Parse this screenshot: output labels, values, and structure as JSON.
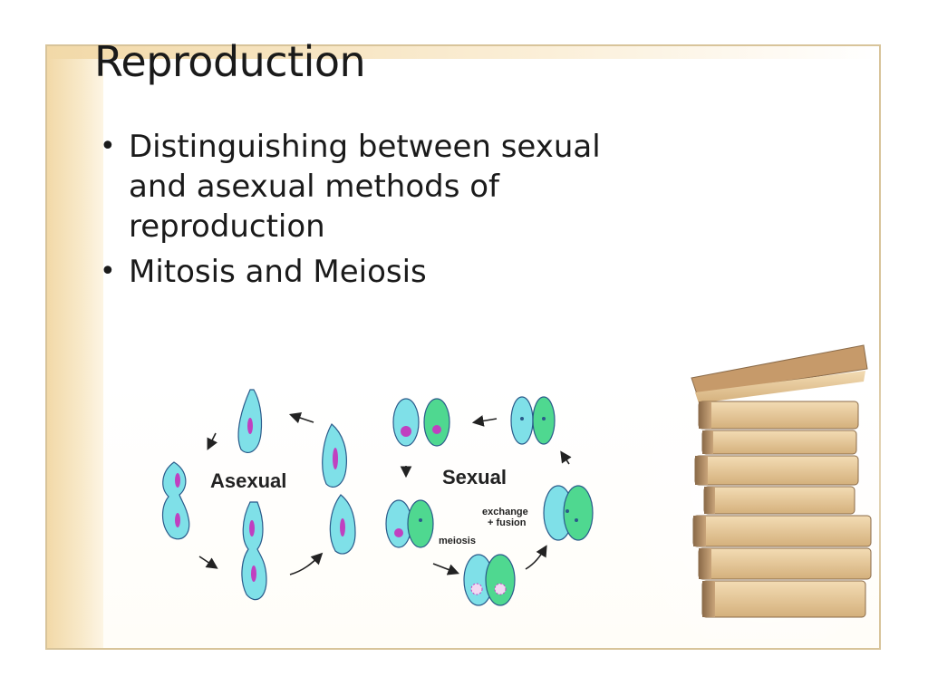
{
  "slide": {
    "title": "Reproduction",
    "bullets": [
      "Distinguishing between sexual and asexual methods of reproduction",
      "Mitosis and Meiosis"
    ]
  },
  "figure": {
    "asexual_label": "Asexual",
    "sexual_label": "Sexual",
    "exchange_label_line1": "exchange",
    "exchange_label_line2": "+ fusion",
    "meiosis_label": "meiosis"
  },
  "colors": {
    "frame": "#f8e8c8",
    "cell_fill": "#7fe0e8",
    "cell_green": "#4fd890",
    "nucleus": "#c040c0"
  }
}
